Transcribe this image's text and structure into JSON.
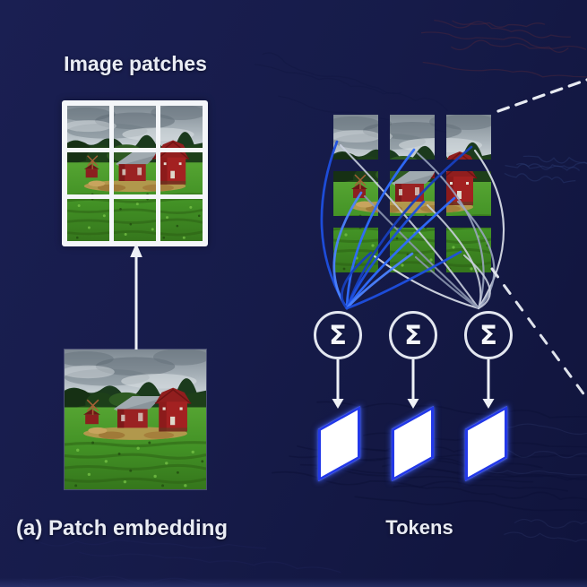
{
  "figure": {
    "left_title": "Image patches",
    "left_caption": "(a) Patch embedding",
    "right_caption": "Tokens",
    "sum_symbol": "Σ"
  },
  "colors": {
    "background": "#161b49",
    "text": "#e9ecf4",
    "patch_frame": "#f4f6f9",
    "arrow_white": "#eef1f6",
    "sum_circle_stroke": "#e3e7f0",
    "token_border": "#2238e8",
    "token_fill": "#ffffff",
    "dashed_line": "#e8ebf2",
    "blue_lines": [
      "#1e4fe0",
      "#2e6bff",
      "#173fbe",
      "#4b82ff"
    ],
    "gray_lines": [
      "#ccd2e0",
      "#9aa5c0",
      "#e3e7f0",
      "#8d97b2"
    ]
  }
}
